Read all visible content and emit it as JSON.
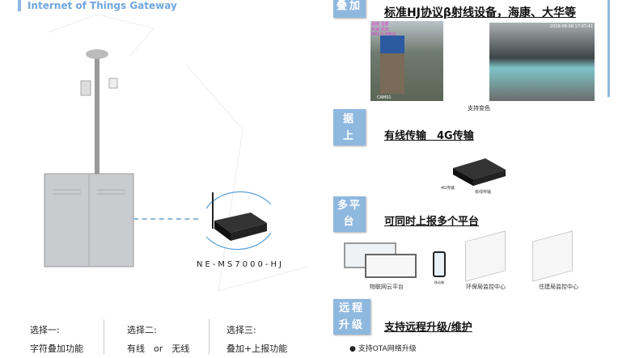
{
  "left": {
    "subtitle": "Internet of Things Gateway",
    "device_model": "NE-MS7000-HJ",
    "options": [
      {
        "title": "选择一:",
        "desc": "字符叠加功能"
      },
      {
        "title": "选择二:",
        "desc": "有线　or　无线"
      },
      {
        "title": "选择三:",
        "desc": "叠加+上报功能"
      }
    ]
  },
  "sections": {
    "overlay": {
      "tag": "叠加",
      "heading": "标准HJ协议β射线设备，海康、大华等",
      "caption": "支持变色",
      "cam1_label": "CAM01",
      "cam2_time": "2019-08-08 17:07:41"
    },
    "report": {
      "tag": "数据上报",
      "heading": "有线传输　4G传输",
      "label_4g": "4G传输",
      "label_wired": "有线传输"
    },
    "platform": {
      "tag": "多平台",
      "heading": "可同时上报多个平台",
      "items": [
        "物联网云平台",
        "移动端",
        "环保局监控中心",
        "住建局监控中心"
      ]
    },
    "upgrade": {
      "tag": "远程升级",
      "heading": "支持远程升级/维护",
      "bullet": "支持OTA网络升级"
    }
  }
}
